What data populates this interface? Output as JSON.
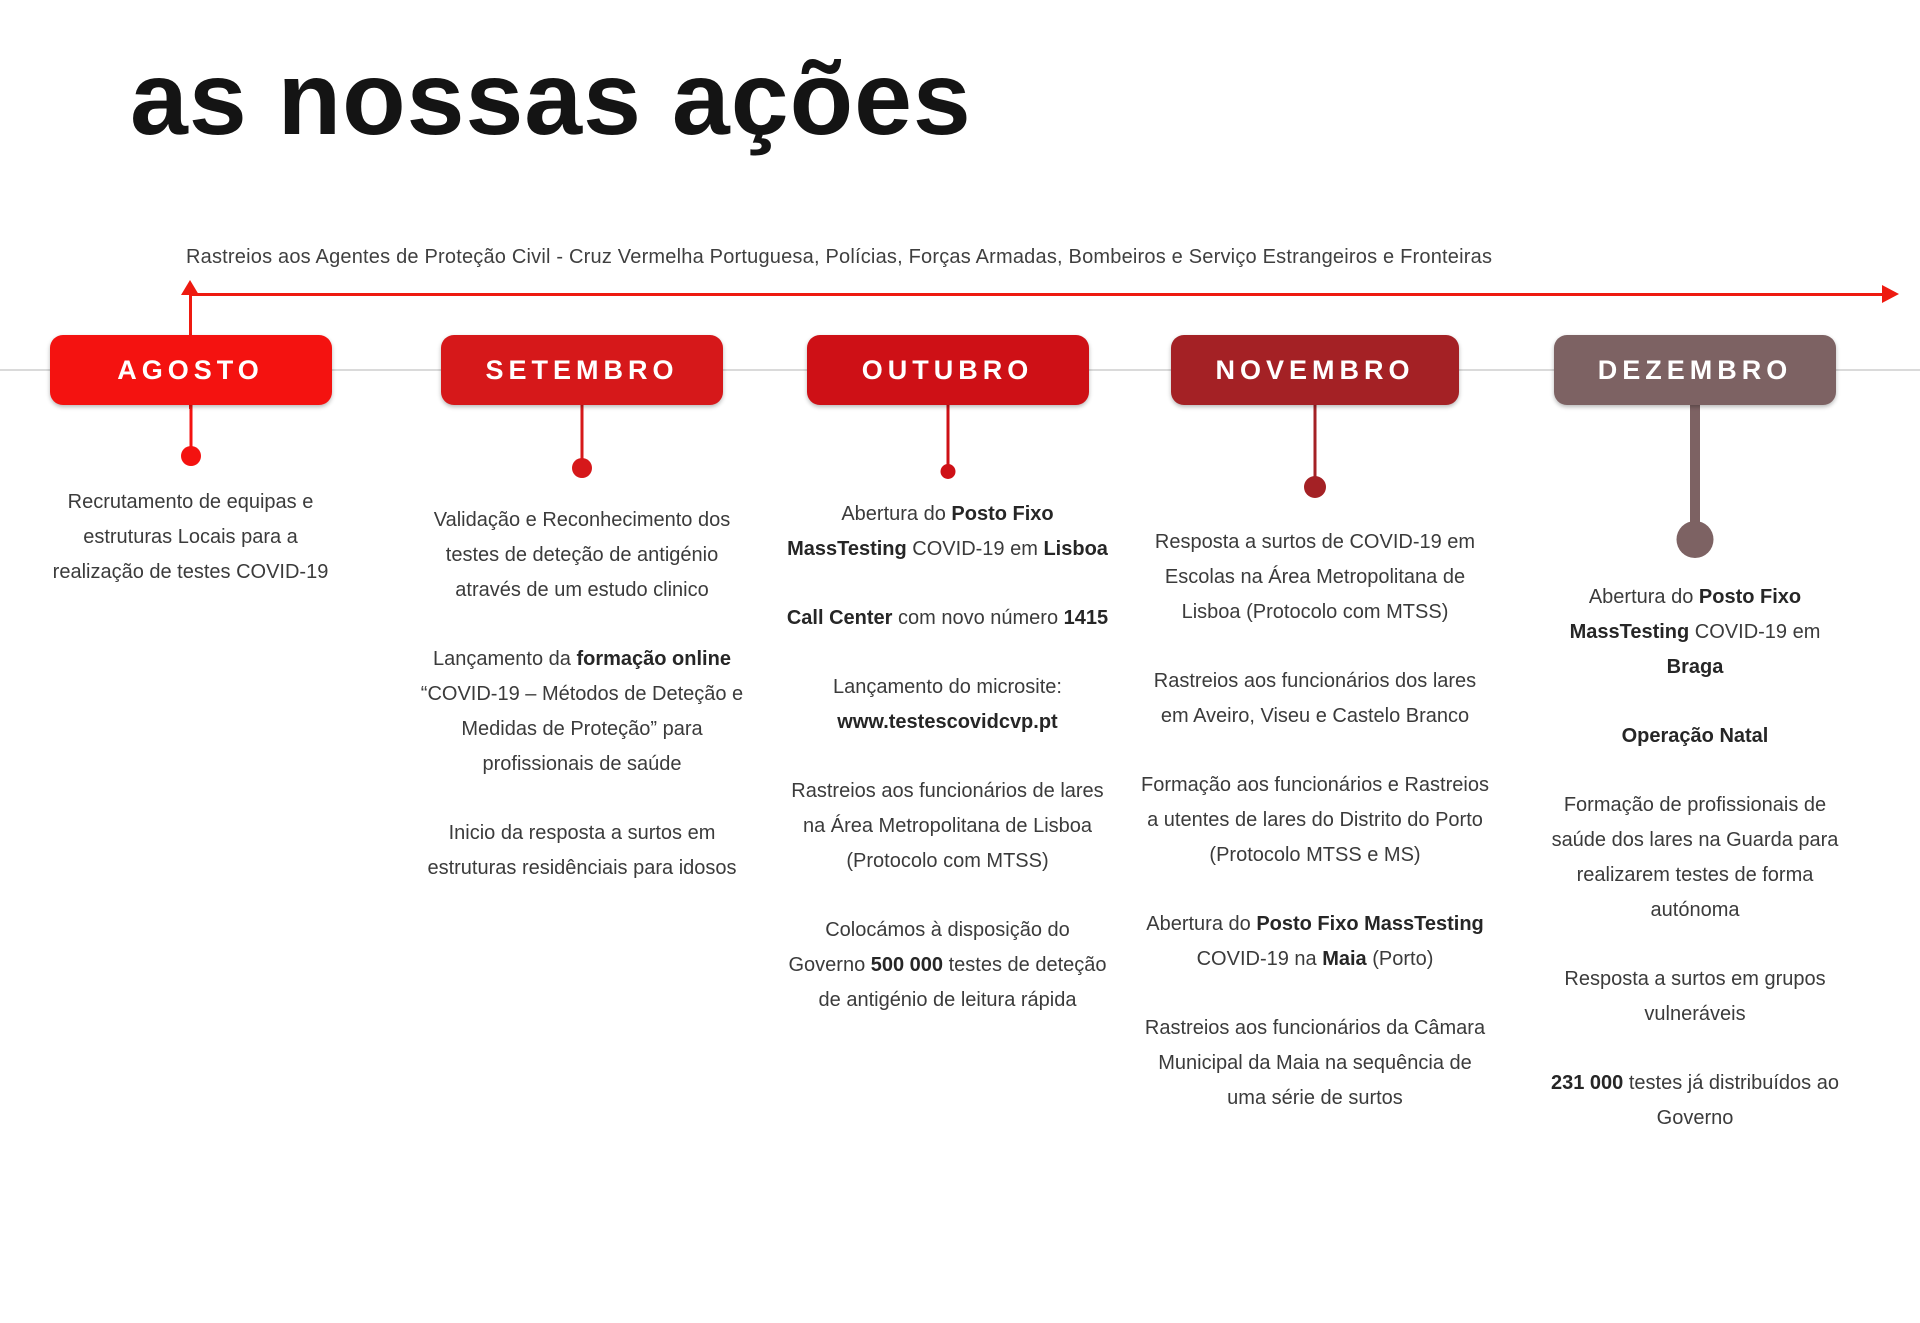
{
  "page": {
    "title": "as nossas ações",
    "subtitle": "Rastreios aos Agentes de Proteção Civil - Cruz Vermelha Portuguesa, Polícias, Forças Armadas, Bombeiros e Serviço Estrangeiros e Fronteiras"
  },
  "colors": {
    "arrow": "#ee1a10",
    "timeline_axis": "#dadada",
    "body_text": "#3b3b3b",
    "badge_text": "#ffffff"
  },
  "timeline": {
    "months": [
      {
        "label": "AGOSTO",
        "color": "#f41210",
        "items": [
          [
            {
              "t": "Recrutamento de equipas e estruturas Locais para a realização de testes COVID-19"
            }
          ]
        ]
      },
      {
        "label": "SETEMBRO",
        "color": "#d6181a",
        "items": [
          [
            {
              "t": "Validação e Reconhecimento dos testes de deteção de antigénio através de um estudo clinico"
            }
          ],
          [
            {
              "t": "Lançamento da "
            },
            {
              "t": "formação online",
              "b": 1
            },
            {
              "t": " “COVID-19 – Métodos de Deteção e Medidas de Proteção” para profissionais de saúde"
            }
          ],
          [
            {
              "t": "Inicio da resposta a surtos em estruturas residênciais para idosos"
            }
          ]
        ]
      },
      {
        "label": "OUTUBRO",
        "color": "#ce1016",
        "items": [
          [
            {
              "t": "Abertura do "
            },
            {
              "t": "Posto Fixo MassTesting",
              "b": 1
            },
            {
              "t": " COVID-19 em "
            },
            {
              "t": "Lisboa",
              "b": 1
            }
          ],
          [
            {
              "t": "Call Center",
              "b": 1
            },
            {
              "t": " com novo número "
            },
            {
              "t": "1415",
              "b": 1
            }
          ],
          [
            {
              "t": "Lançamento do microsite: "
            },
            {
              "t": "www.testescovidcvp.pt",
              "b": 1
            }
          ],
          [
            {
              "t": "Rastreios aos funcionários de lares na Área Metropolitana de Lisboa (Protocolo com MTSS)"
            }
          ],
          [
            {
              "t": "Colocámos à disposição  do Governo "
            },
            {
              "t": "500 000",
              "b": 1
            },
            {
              "t": " testes de deteção de antigénio de leitura rápida"
            }
          ]
        ]
      },
      {
        "label": "NOVEMBRO",
        "color": "#a42125",
        "items": [
          [
            {
              "t": "Resposta a surtos de COVID-19 em Escolas na Área Metropolitana de Lisboa (Protocolo com MTSS)"
            }
          ],
          [
            {
              "t": "Rastreios aos funcionários dos lares  em Aveiro, Viseu e Castelo Branco"
            }
          ],
          [
            {
              "t": "Formação aos funcionários e Rastreios a utentes de lares do Distrito do Porto (Protocolo MTSS e MS)"
            }
          ],
          [
            {
              "t": "Abertura do "
            },
            {
              "t": "Posto Fixo MassTesting",
              "b": 1
            },
            {
              "t": " COVID-19 na "
            },
            {
              "t": "Maia",
              "b": 1
            },
            {
              "t": " (Porto)"
            }
          ],
          [
            {
              "t": "Rastreios aos funcionários da Câmara Municipal da Maia na sequência de uma série de surtos"
            }
          ]
        ]
      },
      {
        "label": "DEZEMBRO",
        "color": "#7d6263",
        "items": [
          [
            {
              "t": "Abertura do "
            },
            {
              "t": "Posto Fixo MassTesting",
              "b": 1
            },
            {
              "t": " COVID-19 em "
            },
            {
              "t": "Braga",
              "b": 1
            }
          ],
          [
            {
              "t": "Operação Natal",
              "b": 1
            }
          ],
          [
            {
              "t": "Formação de profissionais de saúde dos lares na Guarda para realizarem testes de forma autónoma"
            }
          ],
          [
            {
              "t": "Resposta a surtos em grupos vulneráveis"
            }
          ],
          [
            {
              "t": "231 000",
              "b": 1
            },
            {
              "t": "  testes já distribuídos ao Governo"
            }
          ]
        ]
      }
    ]
  }
}
